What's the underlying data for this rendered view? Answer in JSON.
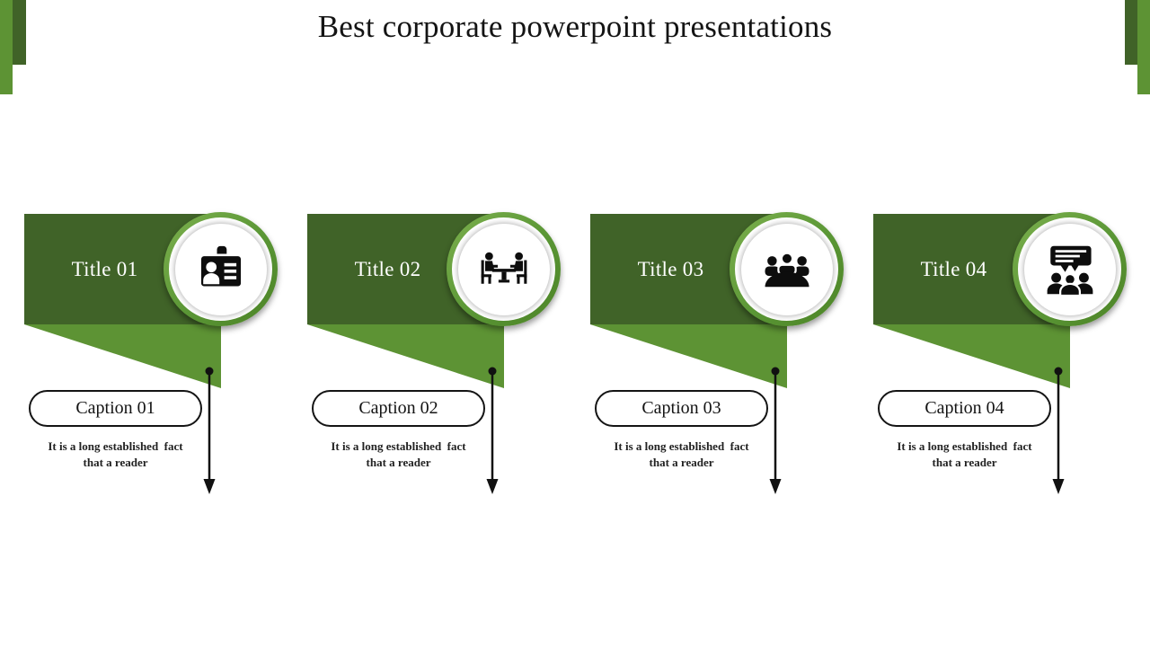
{
  "slide": {
    "title": "Best corporate powerpoint presentations"
  },
  "palette": {
    "banner_dark_green": "#406328",
    "wedge_light_green": "#5d9334",
    "circle_ring_green_light": "#7cb04e",
    "circle_ring_green_dark": "#4c8326",
    "ink_black": "#1a1a1a",
    "background": "#ffffff"
  },
  "groups": [
    {
      "title": "Title 01",
      "icon": "id-card-icon",
      "caption": "Caption 01",
      "body": "It is a long established  fact\nthat a reader"
    },
    {
      "title": "Title 02",
      "icon": "meeting-icon",
      "caption": "Caption 02",
      "body": "It is a long established  fact\nthat a reader"
    },
    {
      "title": "Title 03",
      "icon": "audience-icon",
      "caption": "Caption 03",
      "body": "It is a long established  fact\nthat a reader"
    },
    {
      "title": "Title 04",
      "icon": "presentation-icon",
      "caption": "Caption 04",
      "body": "It is a long established  fact\nthat a reader"
    }
  ]
}
